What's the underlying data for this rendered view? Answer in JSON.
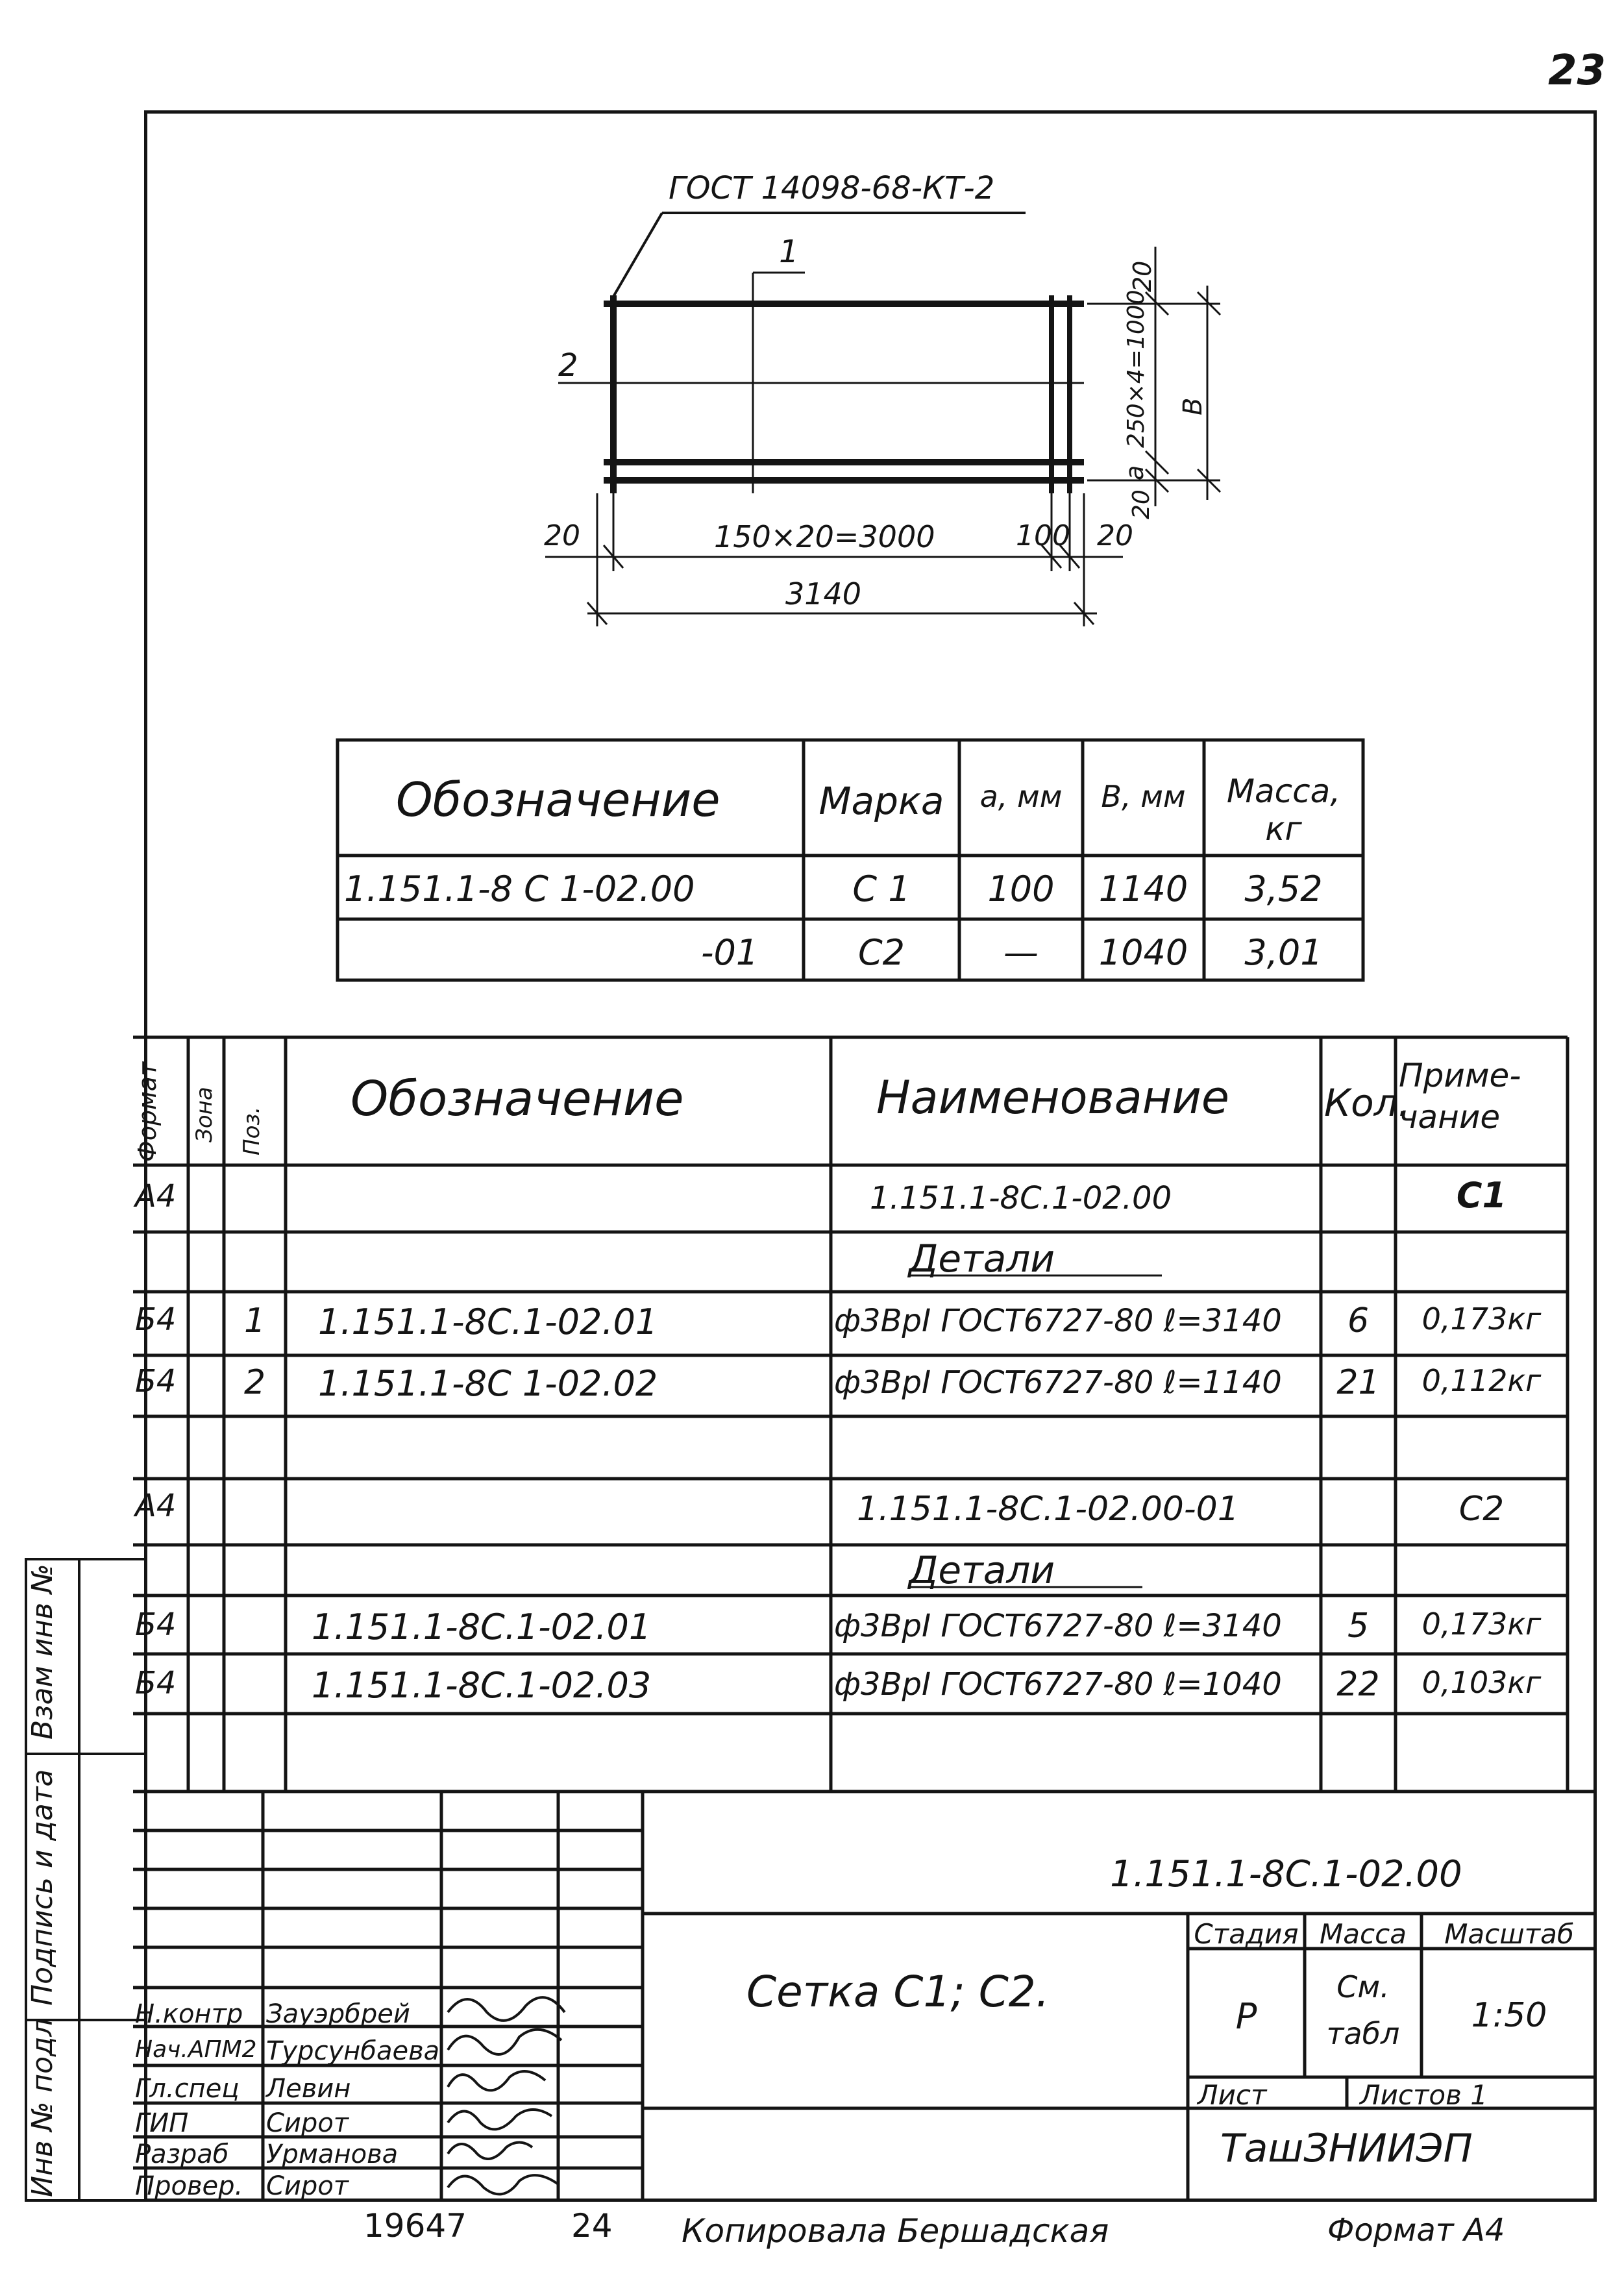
{
  "page_number": "23",
  "drawing": {
    "standard": "ГОСТ 14098-68-КТ-2",
    "pos_1": "1",
    "pos_2": "2",
    "dim_left_20": "20",
    "dim_150x20": "150×20=3000",
    "dim_100": "100",
    "dim_right_20": "20",
    "dim_total": "3140",
    "dim_top_20": "20",
    "dim_250x4": "250×4=1000",
    "dim_b": "В",
    "dim_a": "а",
    "dim_bottom_20": "20"
  },
  "mass_table": {
    "headers": [
      "Обозначение",
      "Марка",
      "а, мм",
      "В, мм",
      "Масса, кг"
    ],
    "rows": [
      [
        "1.151.1-8 С 1-02.00",
        "С 1",
        "100",
        "1140",
        "3,52"
      ],
      [
        "-01",
        "С2",
        "—",
        "1040",
        "3,01"
      ]
    ]
  },
  "spec": {
    "headers": {
      "format": "Формат",
      "zone": "Зона",
      "pos": "Поз.",
      "designation": "Обозначение",
      "name": "Наименование",
      "qty": "Кол.",
      "note": "Приме- чание"
    },
    "rows": [
      {
        "format": "А4",
        "pos": "",
        "designation": "",
        "name": "1.151.1-8С.1-02.00",
        "qty": "",
        "note": "С1"
      },
      {
        "format": "",
        "pos": "",
        "designation": "",
        "name": "Детали",
        "qty": "",
        "note": ""
      },
      {
        "format": "Б4",
        "pos": "1",
        "designation": "1.151.1-8С.1-02.01",
        "name": "ф3ВрⅠ ГОСТ6727-80 ℓ=3140",
        "qty": "6",
        "note": "0,173кг"
      },
      {
        "format": "Б4",
        "pos": "2",
        "designation": "1.151.1-8С 1-02.02",
        "name": "ф3ВрⅠ ГОСТ6727-80 ℓ=1140",
        "qty": "21",
        "note": "0,112кг"
      },
      {
        "format": "",
        "pos": "",
        "designation": "",
        "name": "",
        "qty": "",
        "note": ""
      },
      {
        "format": "А4",
        "pos": "",
        "designation": "",
        "name": "1.151.1-8С.1-02.00-01",
        "qty": "",
        "note": "С2"
      },
      {
        "format": "",
        "pos": "",
        "designation": "",
        "name": "Детали",
        "qty": "",
        "note": ""
      },
      {
        "format": "Б4",
        "pos": "",
        "designation": "1.151.1-8С.1-02.01",
        "name": "ф3ВрⅠ ГОСТ6727-80 ℓ=3140",
        "qty": "5",
        "note": "0,173кг"
      },
      {
        "format": "Б4",
        "pos": "",
        "designation": "1.151.1-8С.1-02.03",
        "name": "ф3ВрⅠ ГОСТ6727-80 ℓ=1040",
        "qty": "22",
        "note": "0,103кг"
      },
      {
        "format": "",
        "pos": "",
        "designation": "",
        "name": "",
        "qty": "",
        "note": ""
      }
    ]
  },
  "title_block": {
    "doc_code": "1.151.1-8С.1-02.00",
    "title": "Сетка С1; С2.",
    "stage_label": "Стадия",
    "mass_label": "Масса",
    "scale_label": "Масштаб",
    "stage": "Р",
    "mass": "См. табл",
    "scale": "1:50",
    "sheet_label": "Лист",
    "sheets_label": "Листов 1",
    "org": "ТашЗНИИЭП",
    "signatures": [
      {
        "role": "Н.контр",
        "name": "Зауэрбрей"
      },
      {
        "role": "Нач.АПМ2",
        "name": "Турсунбаева"
      },
      {
        "role": "Гл.спец",
        "name": "Левин"
      },
      {
        "role": "ГИП",
        "name": "Сирот"
      },
      {
        "role": "Разраб",
        "name": "Урманова"
      },
      {
        "role": "Провер.",
        "name": "Сирот"
      }
    ]
  },
  "side_stamp": {
    "inv_podl": "Инв № подл",
    "podpis_data": "Подпись и дата",
    "vzam_inv": "Взам инв №"
  },
  "footer": {
    "number": "19647",
    "page": "24",
    "copied": "Копировала Бершадская",
    "format": "Формат А4"
  }
}
